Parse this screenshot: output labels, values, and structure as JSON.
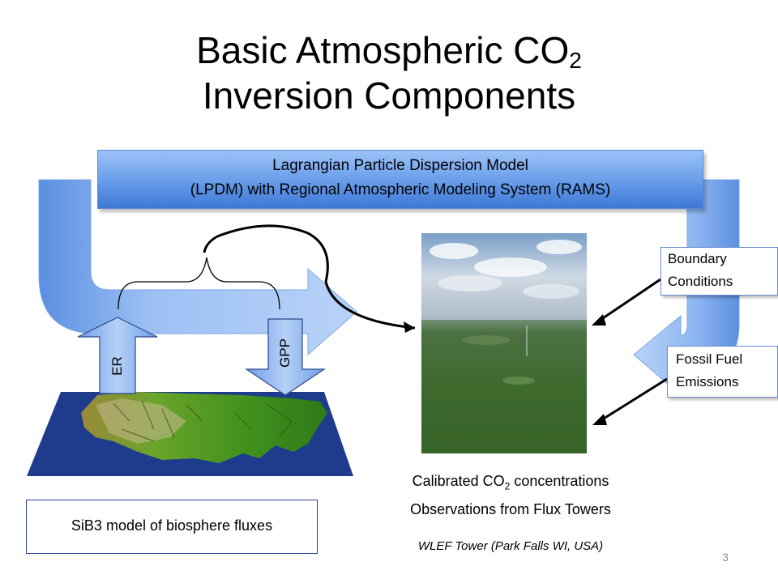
{
  "title": {
    "line1_text": "Basic Atmospheric CO",
    "line1_sub": "2",
    "line2": "Inversion Components"
  },
  "lpdm": {
    "line1": "Lagrangian Particle Dispersion Model",
    "line2": "(LPDM) with Regional Atmospheric Modeling System (RAMS)"
  },
  "arrows": {
    "er_label": "ER",
    "gpp_label": "GPP"
  },
  "boundary": {
    "line1": "Boundary",
    "line2": "Conditions"
  },
  "fossil": {
    "line1": "Fossil Fuel",
    "line2": "Emissions"
  },
  "calibrated": {
    "line1_pre": "Calibrated CO",
    "line1_sub": "2",
    "line1_post": " concentrations",
    "line2": "Observations from Flux Towers"
  },
  "sib": {
    "label": "SiB3 model of biosphere fluxes"
  },
  "photo_caption": "WLEF Tower (Park Falls WI, USA)",
  "page_number": "3",
  "colors": {
    "arrow_blue_light": "#a9c8f5",
    "arrow_blue_dark": "#5a8fe0",
    "ocean_blue": "#1f3c8c",
    "land_green": "#4f9a24"
  }
}
